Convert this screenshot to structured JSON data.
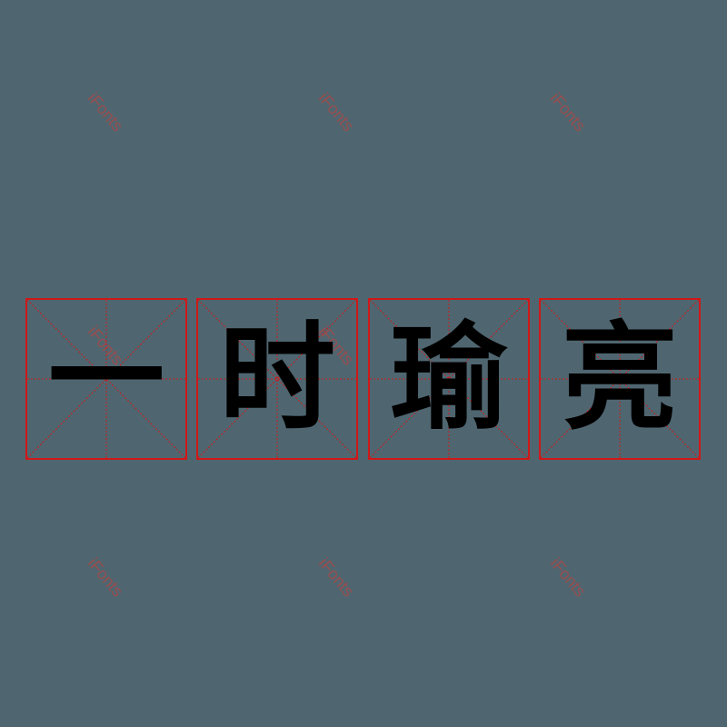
{
  "phrase": {
    "characters": [
      "一",
      "时",
      "瑜",
      "亮"
    ]
  },
  "watermark": {
    "text": "iFonts",
    "color": "#a34a4a"
  },
  "colors": {
    "background": "#4f6670",
    "grid_line": "#d01818",
    "glyph": "#000000"
  }
}
